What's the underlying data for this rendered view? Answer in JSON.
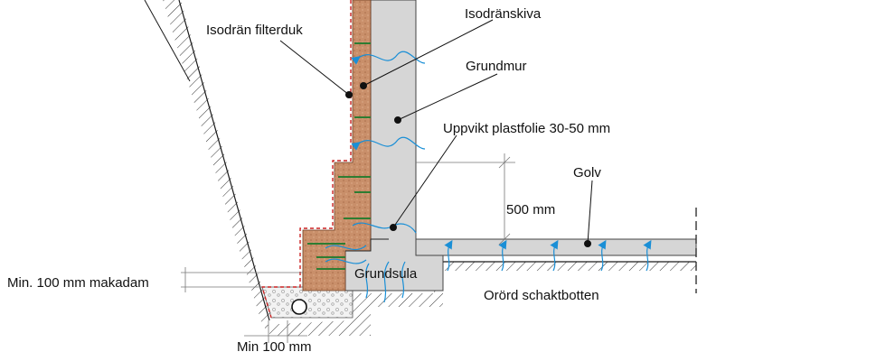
{
  "labels": {
    "isodran_filterduk": "Isodrän filterduk",
    "isodranskiva": "Isodränskiva",
    "grundmur": "Grundmur",
    "uppvikt_plastfolie": "Uppvikt plastfolie 30-50 mm",
    "golv": "Golv",
    "height_500": "500 mm",
    "min_makadam": "Min. 100 mm makadam",
    "grundsula": "Grundsula",
    "orord_schaktbotten": "Orörd schaktbotten",
    "min_100": "Min 100 mm"
  },
  "colors": {
    "concrete": "#d6d6d6",
    "insulation": "#c98f6a",
    "filter_cloth": "#cc2222",
    "water": "#1a8fd6",
    "anchor": "#2e7d32",
    "gravel": "#eeeeee",
    "line": "#1a1a1a"
  }
}
